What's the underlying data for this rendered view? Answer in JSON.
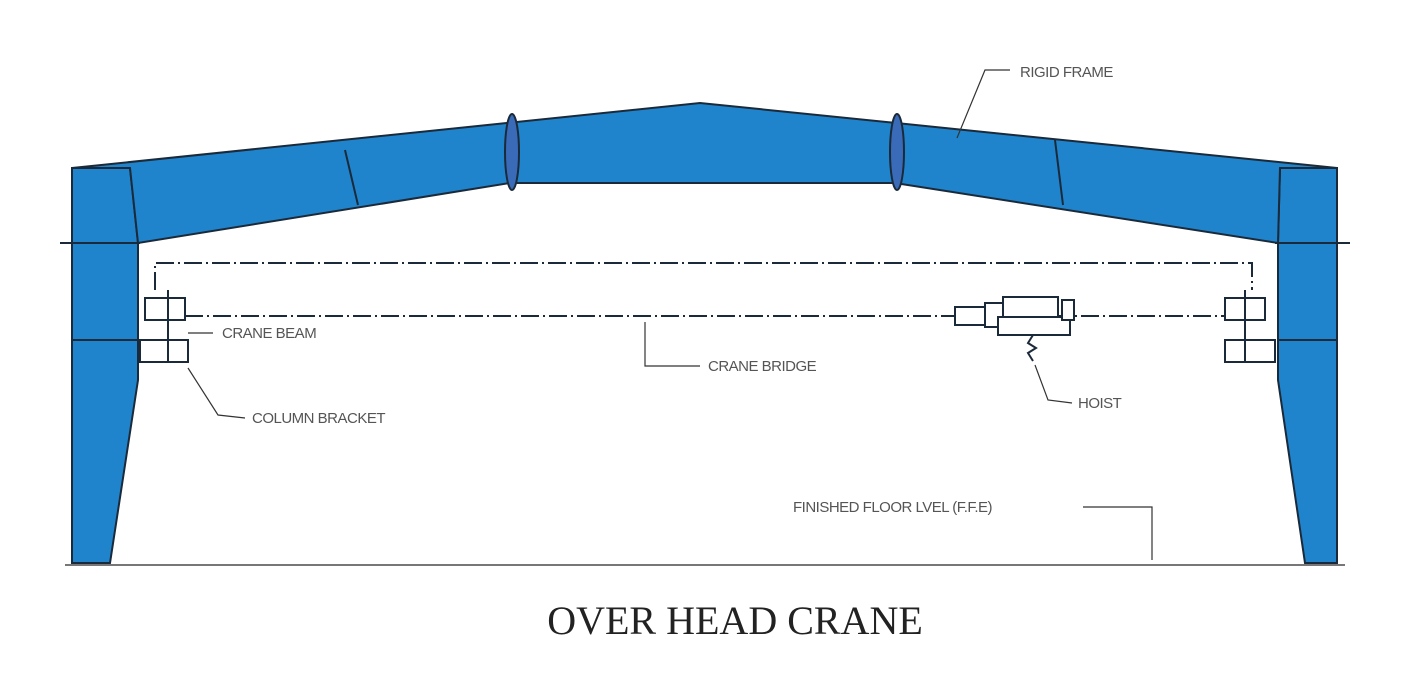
{
  "title": "OVER HEAD CRANE",
  "labels": {
    "rigid_frame": "RIGID FRAME",
    "crane_beam": "CRANE BEAM",
    "crane_bridge": "CRANE BRIDGE",
    "hoist": "HOIST",
    "column_bracket": "COLUMN BRACKET",
    "finished_floor": "FINISHED FLOOR LVEL (F.F.E)"
  },
  "colors": {
    "frame": "#1f84cc",
    "line": "#1a2a3a",
    "text": "#555555"
  }
}
